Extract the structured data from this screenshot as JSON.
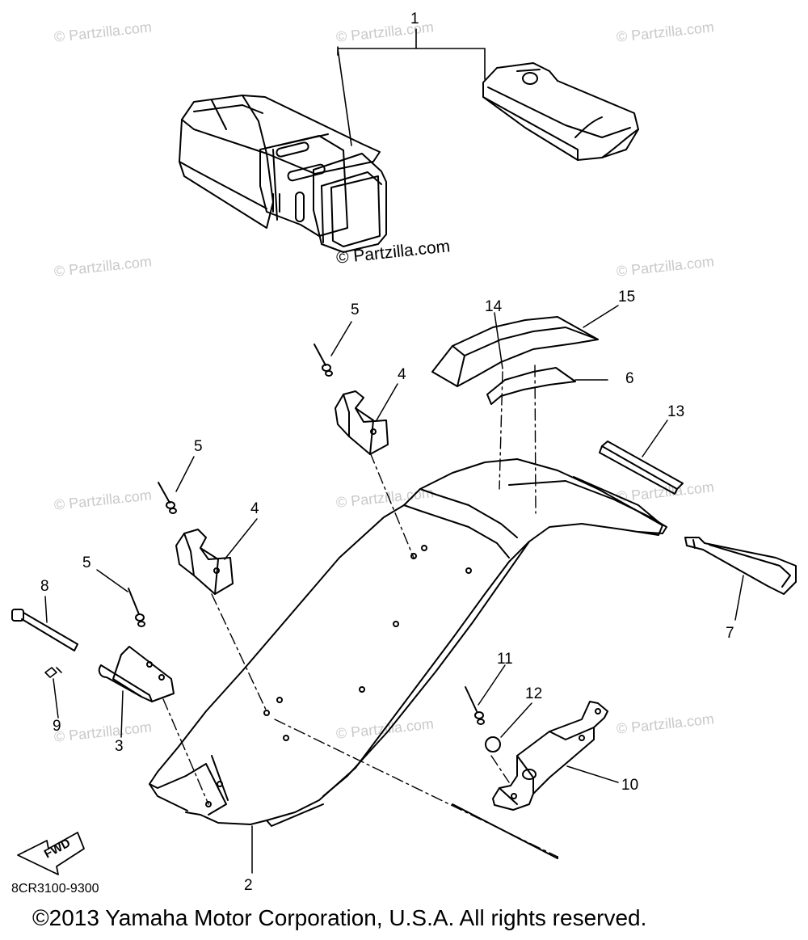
{
  "watermark_text": "© Partzilla.com",
  "partzilla_label": "© Partzilla.com",
  "fwd_label": "FWD",
  "diagram_code": "8CR3100-9300",
  "copyright": "©2013 Yamaha Motor Corporation, U.S.A. All rights reserved.",
  "callouts": {
    "c1": "1",
    "c2": "2",
    "c3": "3",
    "c4a": "4",
    "c4b": "4",
    "c5a": "5",
    "c5b": "5",
    "c5c": "5",
    "c6": "6",
    "c7": "7",
    "c8": "8",
    "c9": "9",
    "c10": "10",
    "c11": "11",
    "c12": "12",
    "c13": "13",
    "c14": "14",
    "c15": "15"
  }
}
